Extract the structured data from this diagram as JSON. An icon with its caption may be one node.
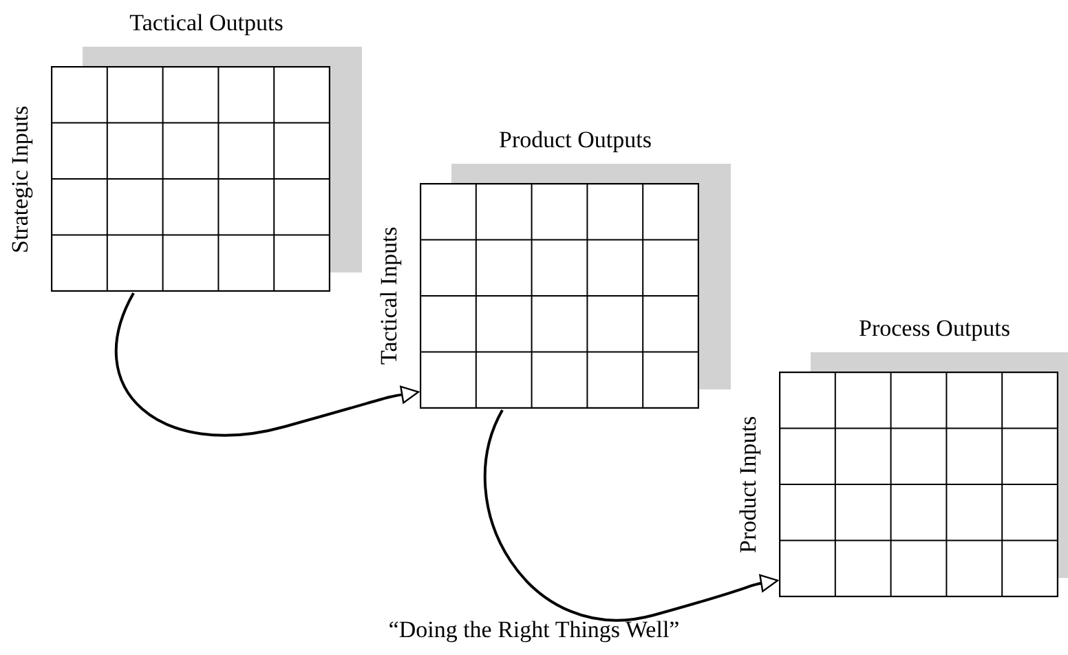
{
  "diagram": {
    "caption": "“Doing the Right Things Well”",
    "nodes": [
      {
        "text": [
          "Tactical Outputs",
          "Strategic Inputs"
        ]
      },
      {
        "text": [
          "Product Outputs",
          "Tactical Inputs"
        ]
      },
      {
        "text": [
          "Process Outputs",
          "Product Inputs"
        ]
      }
    ],
    "edges": [
      {
        "from": 0,
        "to": 1,
        "arrow": "to"
      },
      {
        "from": 1,
        "to": 2,
        "arrow": "to"
      }
    ]
  }
}
